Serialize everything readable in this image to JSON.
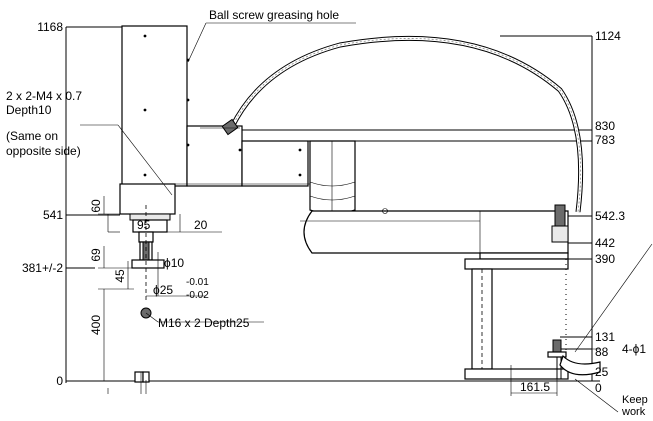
{
  "left_dims": [
    "1168",
    "541",
    "381+/-2",
    "0"
  ],
  "right_dims": [
    "1124",
    "830",
    "783",
    "542.3",
    "442",
    "390",
    "131",
    "88",
    "25",
    "0"
  ],
  "callouts": {
    "greasing_hole": "Ball screw greasing hole",
    "tap_line1": "2 x 2-M4 x 0.7",
    "tap_line2": "Depth10",
    "same_side_line1": "(Same on",
    "same_side_line2": "opposite side)",
    "m16": "M16 x 2 Depth25",
    "hole_partial": "4-ϕ1",
    "keep_line1": "Keep",
    "keep_line2": "work"
  },
  "detail_dims": {
    "d60": "60",
    "d95": "95",
    "d20": "20",
    "d69": "69",
    "d45": "45",
    "d400": "400",
    "phi10": "ϕ10",
    "phi25": "ϕ25",
    "tol_upper": "-0.01",
    "tol_lower": "-0.02",
    "d161": "161.5"
  }
}
